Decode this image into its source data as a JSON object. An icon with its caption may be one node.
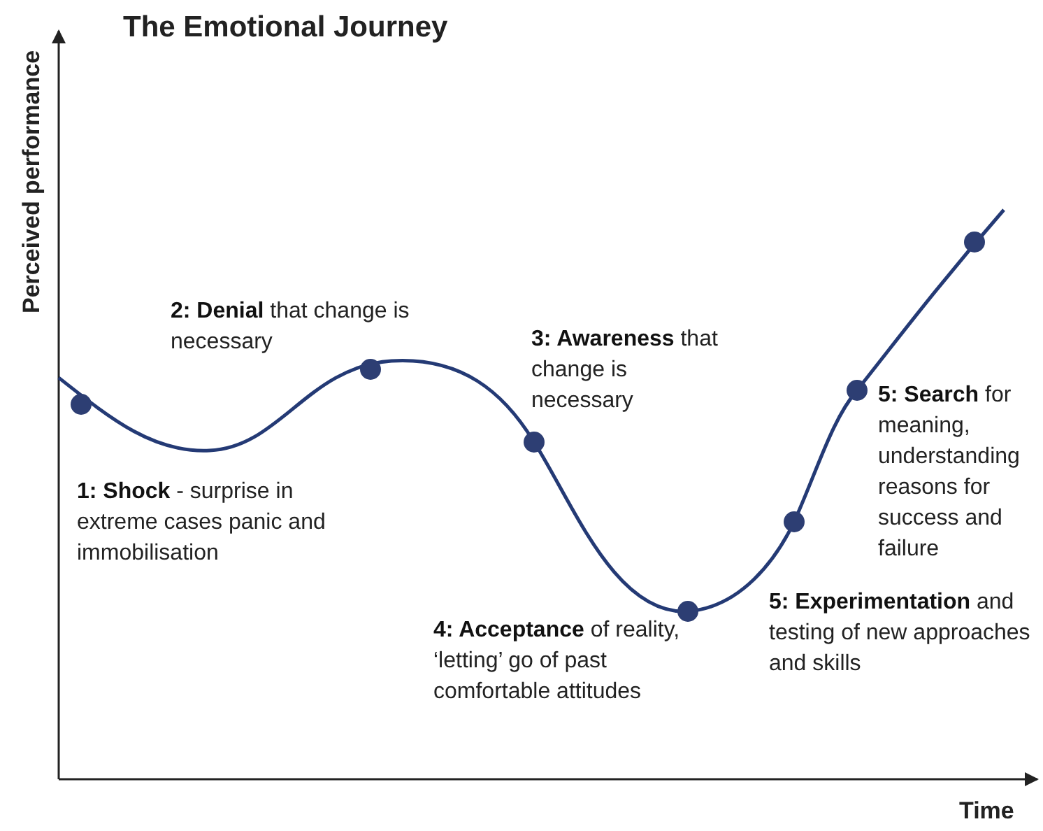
{
  "diagram": {
    "title": "The Emotional Journey",
    "labels": [
      "Perceived performance",
      "**2: Denial** that change is necessary",
      "**3: Awareness** that change is necessary",
      "**1: Shock** - surprise in extreme cases panic and immobilisation",
      "**5: Search** for meaning, understanding reasons for success and failure",
      "**4: Acceptance** of reality, ‘letting’ go of past comfortable attitudes",
      "**5: Experimentation** and testing of new approaches and skills",
      "Time"
    ]
  }
}
